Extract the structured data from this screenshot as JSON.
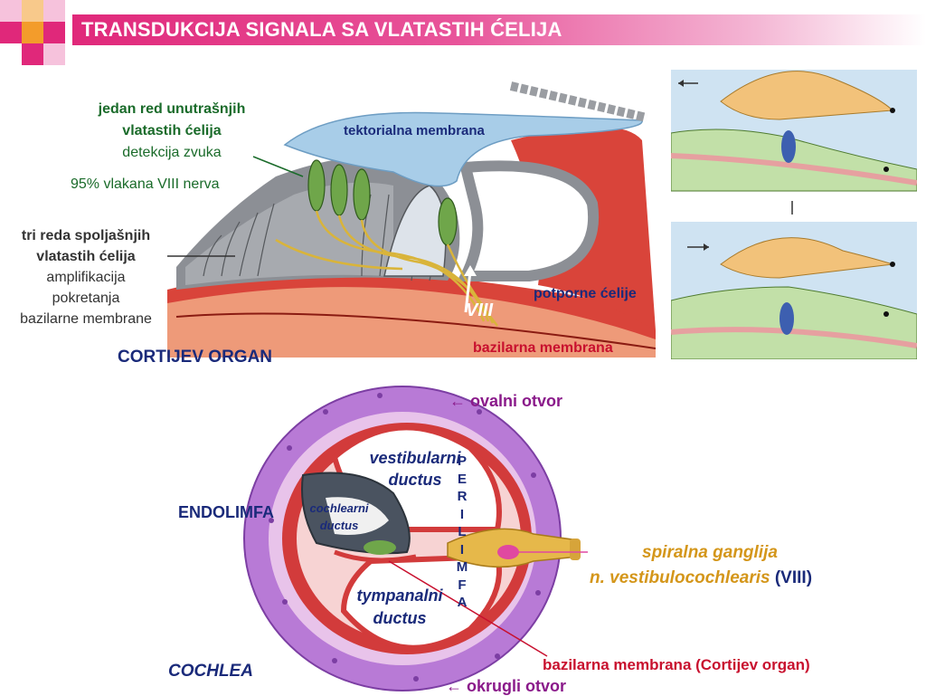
{
  "title": "TRANSDUKCIJA SIGNALA SA VLATASTIH ĆELIJA",
  "colors": {
    "accent": "#e0287a",
    "green_label": "#1a6b2a",
    "navy_label": "#1a2a7a",
    "red_label": "#c8102e",
    "purple_label": "#8a1a8a"
  },
  "corti": {
    "inner_title_1": "jedan red unutrašnjih",
    "inner_title_2": "vlatastih ćelija",
    "inner_desc": "detekcija zvuka",
    "inner_fibers": "95% vlakana VIII nerva",
    "outer_title_1": "tri reda spoljašnjih",
    "outer_title_2": "vlatastih ćelija",
    "outer_desc_1": "amplifikacija",
    "outer_desc_2": "pokretanja",
    "outer_desc_3": "bazilarne membrane",
    "tectorial": "tektorialna membrana",
    "supporting": "potporne ćelije",
    "nerve": "VIII",
    "basilar": "bazilarna membrana",
    "organ": "CORTIJEV ORGAN"
  },
  "cochlea": {
    "oval": "← ovalni otvor",
    "vestibular_1": "vestibularni",
    "vestibular_2": "ductus",
    "endolymph": "ENDOLIMFA",
    "cochlear_1": "cochlearni",
    "cochlear_2": "ductus",
    "perilymph": [
      "P",
      "E",
      "R",
      "I",
      "L",
      "I",
      "M",
      "F",
      "A"
    ],
    "ganglion": "spiralna ganglija",
    "nerve_name": "n. vestibulocochlearis",
    "nerve_num": "(VIII)",
    "tympanic_1": "tympanalni",
    "tympanic_2": "ductus",
    "basilar_corti": "bazilarna membrana (Cortijev organ)",
    "cochlea": "COCHLEA",
    "round": "← okrugli otvor"
  }
}
